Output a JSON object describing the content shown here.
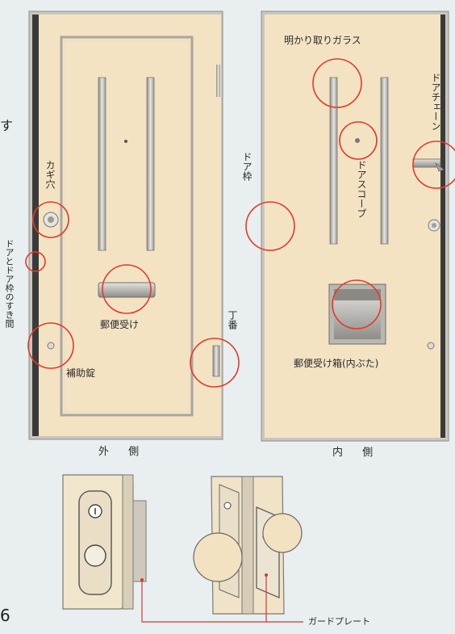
{
  "outside": {
    "caption": "外 側",
    "labels": {
      "keyhole": "カギ穴",
      "door_gap": "ドアとドア枠のすき間",
      "mail_slot": "郵便受け",
      "aux_lock": "補助錠",
      "hinge": "丁番"
    }
  },
  "inside": {
    "caption": "内 側",
    "labels": {
      "glass": "明かり取りガラス",
      "door_chain": "ドアチェーン",
      "door_frame": "ドア枠",
      "door_scope": "ドアスコープ",
      "mail_box": "郵便受け箱(内ぶた)"
    }
  },
  "guard_plate": {
    "label": "ガードプレート"
  },
  "page_number": "6",
  "side_char": "す",
  "colors": {
    "door": "#f3e3c3",
    "frame": "#b5b2ad",
    "highlight": "#e23a2a",
    "callout": "#d13a2e"
  }
}
